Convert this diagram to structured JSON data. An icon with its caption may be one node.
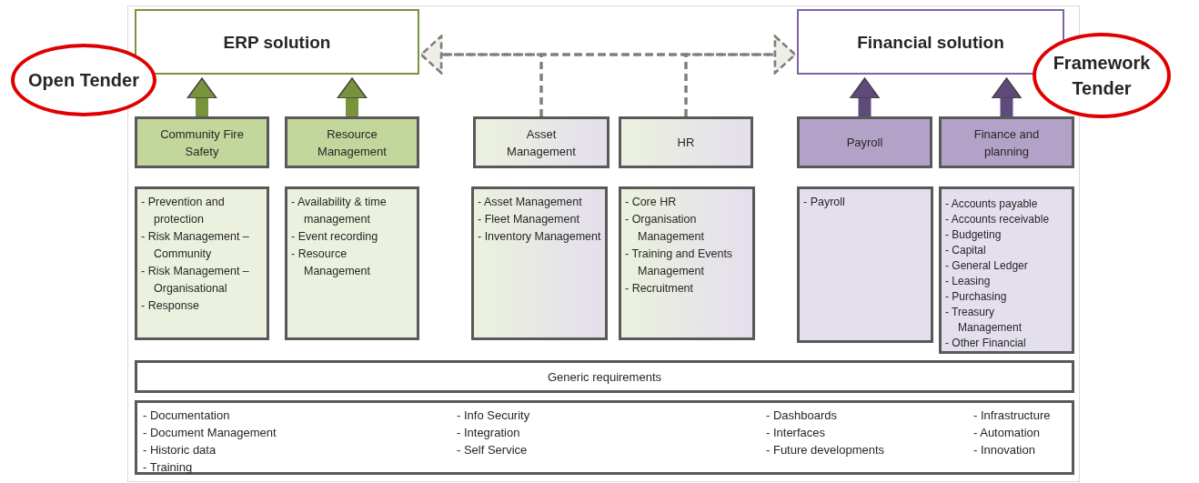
{
  "diagram": {
    "nodes": [
      {
        "text": [
          "ERP solution"
        ]
      },
      {
        "text": [
          "Financial solution"
        ]
      },
      {
        "text": [
          "Open Tender"
        ]
      },
      {
        "text": [
          "Framework Tender"
        ]
      },
      {
        "text": [
          "Community Fire Safety"
        ]
      },
      {
        "text": [
          "Resource Management"
        ]
      },
      {
        "text": [
          "Asset Management"
        ]
      },
      {
        "text": [
          "HR"
        ]
      },
      {
        "text": [
          "Payroll"
        ]
      },
      {
        "text": [
          "Finance and planning"
        ]
      },
      {
        "text": [
          "- Prevention and protection",
          "- Risk Management – Community",
          "- Risk Management – Organisational",
          "- Response"
        ]
      },
      {
        "text": [
          "- Availability & time management",
          "- Event recording",
          "- Resource Management"
        ]
      },
      {
        "text": [
          "- Asset Management",
          "- Fleet Management",
          "- Inventory Management"
        ]
      },
      {
        "text": [
          "- Core HR",
          "- Organisation Management",
          "- Training and Events Management",
          "- Recruitment"
        ]
      },
      {
        "text": [
          "- Payroll"
        ]
      },
      {
        "text": [
          "- Accounts payable",
          "- Accounts receivable",
          "- Budgeting",
          "- Capital",
          "- General Ledger",
          "- Leasing",
          "- Purchasing",
          "- Treasury Management",
          "- Other Financial"
        ]
      },
      {
        "text": [
          "Generic requirements"
        ]
      },
      {
        "text": [
          "- Documentation",
          "- Document Management",
          "- Historic data",
          "- Training",
          "- Info Security",
          "- Integration",
          "- Self Service",
          "- Dashboards",
          "- Interfaces",
          "- Future developments",
          "- Infrastructure",
          "- Automation",
          "- Innovation"
        ]
      }
    ],
    "edges": [
      {
        "from": 4,
        "to": 0,
        "arrow": "to",
        "style": "thick",
        "color": "#77933c"
      },
      {
        "from": 5,
        "to": 0,
        "arrow": "to",
        "style": "thick",
        "color": "#77933c"
      },
      {
        "from": 6,
        "to": 0,
        "arrow": "to",
        "style": "dashed"
      },
      {
        "from": 6,
        "to": 1,
        "arrow": "to",
        "style": "dashed"
      },
      {
        "from": 7,
        "to": 0,
        "arrow": "to",
        "style": "dashed"
      },
      {
        "from": 7,
        "to": 1,
        "arrow": "to",
        "style": "dashed"
      },
      {
        "from": 8,
        "to": 1,
        "arrow": "to",
        "style": "thick",
        "color": "#604a7b"
      },
      {
        "from": 9,
        "to": 1,
        "arrow": "to",
        "style": "thick",
        "color": "#604a7b"
      }
    ]
  }
}
